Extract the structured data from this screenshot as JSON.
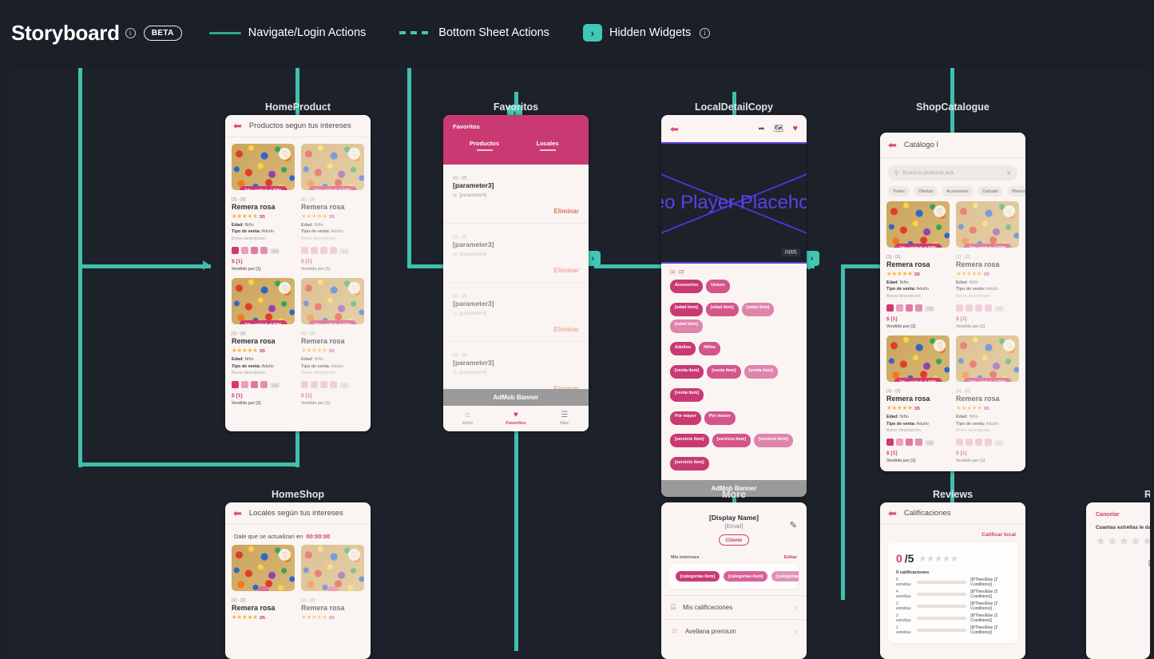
{
  "header": {
    "title": "Storyboard",
    "info_icon": "info-icon",
    "beta_label": "BETA",
    "legend": [
      {
        "style": "solid",
        "label": "Navigate/Login Actions"
      },
      {
        "style": "dashed",
        "label": "Bottom Sheet Actions"
      },
      {
        "style": "node",
        "label": "Hidden Widgets",
        "glyph": "›",
        "has_info": true
      }
    ]
  },
  "colors": {
    "background": "#1b1f27",
    "canvas": "#1d2129",
    "connector": "#3fc0ae",
    "node": "#3fc8b4",
    "accent_pink": "#cf3a72",
    "screen_bg": "#faf5f2",
    "video_purple": "#5840d8"
  },
  "screens": {
    "home_product": {
      "title": "HomeProduct",
      "header_title": "Productos segun tus intereses",
      "back_icon": "back-arrow-icon",
      "products": [
        {
          "id": "[1] - [2]",
          "name": "Remera rosa",
          "stars": "★★★★★",
          "rating": "3/5",
          "edad_label": "Edad:",
          "edad_value": "Niño",
          "venta_label": "Tipo de venta:",
          "venta_value": "Adulto",
          "desc": "Breve descripcion",
          "swatch_count": "+[1]",
          "price": "$ [1]",
          "seller": "Vendido por [1]",
          "promo": "2da unidad al 50%"
        },
        {
          "id": "[1] - [2]",
          "name": "Remera rosa",
          "stars": "★★★★★",
          "rating": "3/5",
          "edad_label": "Edad:",
          "edad_value": "Niño",
          "venta_label": "Tipo de venta:",
          "venta_value": "Adulto",
          "desc": "Breve descripcion",
          "swatch_count": "+[1]",
          "price": "$ [1]",
          "seller": "Vendido por [1]",
          "promo": "2da unidad al 50%"
        },
        {
          "id": "[1] - [2]",
          "name": "Remera rosa",
          "stars": "★★★★★",
          "rating": "3/5",
          "edad_label": "Edad:",
          "edad_value": "Niño",
          "venta_label": "Tipo de venta:",
          "venta_value": "Adulto",
          "desc": "Breve descripcion",
          "swatch_count": "+[1]",
          "price": "$ [1]",
          "seller": "Vendido por [1]",
          "promo": "2da unidad al 50%"
        },
        {
          "id": "[1] - [2]",
          "name": "Remera rosa",
          "stars": "★★★★★",
          "rating": "3/5",
          "edad_label": "Edad:",
          "edad_value": "Niño",
          "venta_label": "Tipo de venta:",
          "venta_value": "Adulto",
          "desc": "Breve descripcion",
          "swatch_count": "+[1]",
          "price": "$ [1]",
          "seller": "Vendido por [1]",
          "promo": "2da unidad al 50%"
        }
      ]
    },
    "favoritos": {
      "title": "Favoritos",
      "hero_title": "Favoritos",
      "tabs": [
        "Productos",
        "Locales"
      ],
      "rows": [
        {
          "id": "[1] - [2]",
          "param": "[parameter3]",
          "location": "[parameter4]",
          "delete": "Eliminar"
        },
        {
          "id": "[1] - [2]",
          "param": "[parameter3]",
          "location": "[parameter4]",
          "delete": "Eliminar"
        },
        {
          "id": "[1] - [2]",
          "param": "[parameter3]",
          "location": "[parameter4]",
          "delete": "Eliminar"
        },
        {
          "id": "[1] - [2]",
          "param": "[parameter3]",
          "location": "[parameter4]",
          "delete": "Eliminar"
        }
      ],
      "admob": "AdMob Banner",
      "bottom_nav": [
        {
          "icon": "home-icon",
          "glyph": "⌂",
          "label": "Inicio",
          "active": false
        },
        {
          "icon": "heart-icon",
          "glyph": "♥",
          "label": "Favoritos",
          "active": true
        },
        {
          "icon": "menu-icon",
          "glyph": "☰",
          "label": "Mas",
          "active": false
        }
      ]
    },
    "local_detail": {
      "title": "LocalDetailCopy",
      "back_icon": "back-arrow-icon",
      "header_icons": [
        "share-icon",
        "map-icon",
        "heart-filled-icon"
      ],
      "video_text": "Video Player Placeholder",
      "video_badge": "[1]/[2]",
      "id": "[1] - [2]",
      "tags_rows": [
        [
          "Accesorios",
          "Unisex"
        ],
        [
          "[edad item]",
          "[edad item]",
          "[edad item]",
          "[edad item]"
        ],
        [
          "Adultos",
          "Niños"
        ],
        [
          "[venta item]",
          "[venta item]",
          "[venta item]"
        ],
        [
          "[venta item]"
        ],
        [
          "Por mayor",
          "Por menor"
        ],
        [
          "[servicio item]",
          "[servicio item]",
          "[servicio item]"
        ],
        [
          "[servicio item]"
        ]
      ],
      "admob": "AdMob Banner"
    },
    "shop_catalogue": {
      "title": "ShopCatalogue",
      "header_title": "Catálogo l",
      "back_icon": "back-arrow-icon",
      "search_placeholder": "Buscá tu producto acá",
      "search_icon": "search-icon",
      "clear_icon": "close-icon",
      "filters": [
        "Todos",
        "Ofertas",
        "Accesorios",
        "Calzado",
        "Marroquineria"
      ],
      "products": [
        {
          "id": "[1] - [2]",
          "name": "Remera rosa",
          "stars": "★★★★★",
          "rating": "3/5",
          "edad_label": "Edad:",
          "edad_value": "Niño",
          "venta_label": "Tipo de venta:",
          "venta_value": "Adulto",
          "desc": "Breve descripcion",
          "swatch_count": "+[1]",
          "price": "$ [1]",
          "seller": "Vendido por [1]",
          "promo": "2da unidad al 50%"
        },
        {
          "id": "[1] - [2]",
          "name": "Remera rosa",
          "stars": "★★★★★",
          "rating": "3/5",
          "edad_label": "Edad:",
          "edad_value": "Niño",
          "venta_label": "Tipo de venta:",
          "venta_value": "Adulto",
          "desc": "Breve descripcion",
          "swatch_count": "+[1]",
          "price": "$ [1]",
          "seller": "Vendido por [1]",
          "promo": "2da unidad al 50%"
        },
        {
          "id": "[1] - [2]",
          "name": "Remera rosa",
          "stars": "★★★★★",
          "rating": "3/5",
          "edad_label": "Edad:",
          "edad_value": "Niño",
          "venta_label": "Tipo de venta:",
          "venta_value": "Adulto",
          "desc": "Breve descripcion",
          "swatch_count": "+[1]",
          "price": "$ [1]",
          "seller": "Vendido por [1]",
          "promo": "2da unidad al 50%"
        },
        {
          "id": "[1] - [2]",
          "name": "Remera rosa",
          "stars": "★★★★★",
          "rating": "3/5",
          "edad_label": "Edad:",
          "edad_value": "Niño",
          "venta_label": "Tipo de venta:",
          "venta_value": "Adulto",
          "desc": "Breve descripcion",
          "swatch_count": "+[1]",
          "price": "$ [1]",
          "seller": "Vendido por [1]",
          "promo": "2da unidad al 50%"
        }
      ]
    },
    "home_shop": {
      "title": "HomeShop",
      "header_title": "Locales según tus intereses",
      "back_icon": "back-arrow-icon",
      "timer_label": "Dale que se actualizan en",
      "timer_value": "00:00:00",
      "products": [
        {
          "id": "[1] - [2]",
          "name": "Remera rosa",
          "stars": "★★★★★",
          "rating": "3/5"
        },
        {
          "id": "[1] - [2]",
          "name": "Remera rosa",
          "stars": "★★★★★",
          "rating": "3/5"
        }
      ]
    },
    "more": {
      "title": "More",
      "display_name": "[Display Name]",
      "email": "[Email]",
      "role_pill": "Cliente",
      "edit_icon": "pencil-icon",
      "section_label": "Mis intereses",
      "section_action": "Editar",
      "categories": [
        "[categorias item]",
        "[categorias item]",
        "[categorias item]"
      ],
      "items": [
        {
          "icon": "chat-icon",
          "glyph": "⌸",
          "label": "Mis calificaciones",
          "chevron": "›"
        },
        {
          "icon": "star-outline-icon",
          "glyph": "☆",
          "label": "Avellana premium",
          "chevron": "›"
        }
      ]
    },
    "reviews": {
      "title": "Reviews",
      "header_title": "Calificaciones",
      "back_icon": "back-arrow-icon",
      "rate_link": "Calificar local",
      "score": "0",
      "score_of": "/5",
      "stars": "★★★★★",
      "count_label": "0 calificaciones",
      "bars": [
        {
          "label": "5 estrellas",
          "cond": "[If/Then/Else (2 Conditions)]"
        },
        {
          "label": "4 estrellas",
          "cond": "[If/Then/Else (2 Conditions)]"
        },
        {
          "label": "3 estrellas",
          "cond": "[If/Then/Else (2 Conditions)]"
        },
        {
          "label": "2 estrellas",
          "cond": "[If/Then/Else (2 Conditions)]"
        },
        {
          "label": "1 estrellas",
          "cond": "[If/Then/Else (2 Conditions)]"
        }
      ]
    },
    "review_form": {
      "title": "Re",
      "cancel": "Cancelar",
      "question": "Cuantas estrellas le da",
      "stars": "★★★★★",
      "cond": "[If/Then/"
    }
  }
}
